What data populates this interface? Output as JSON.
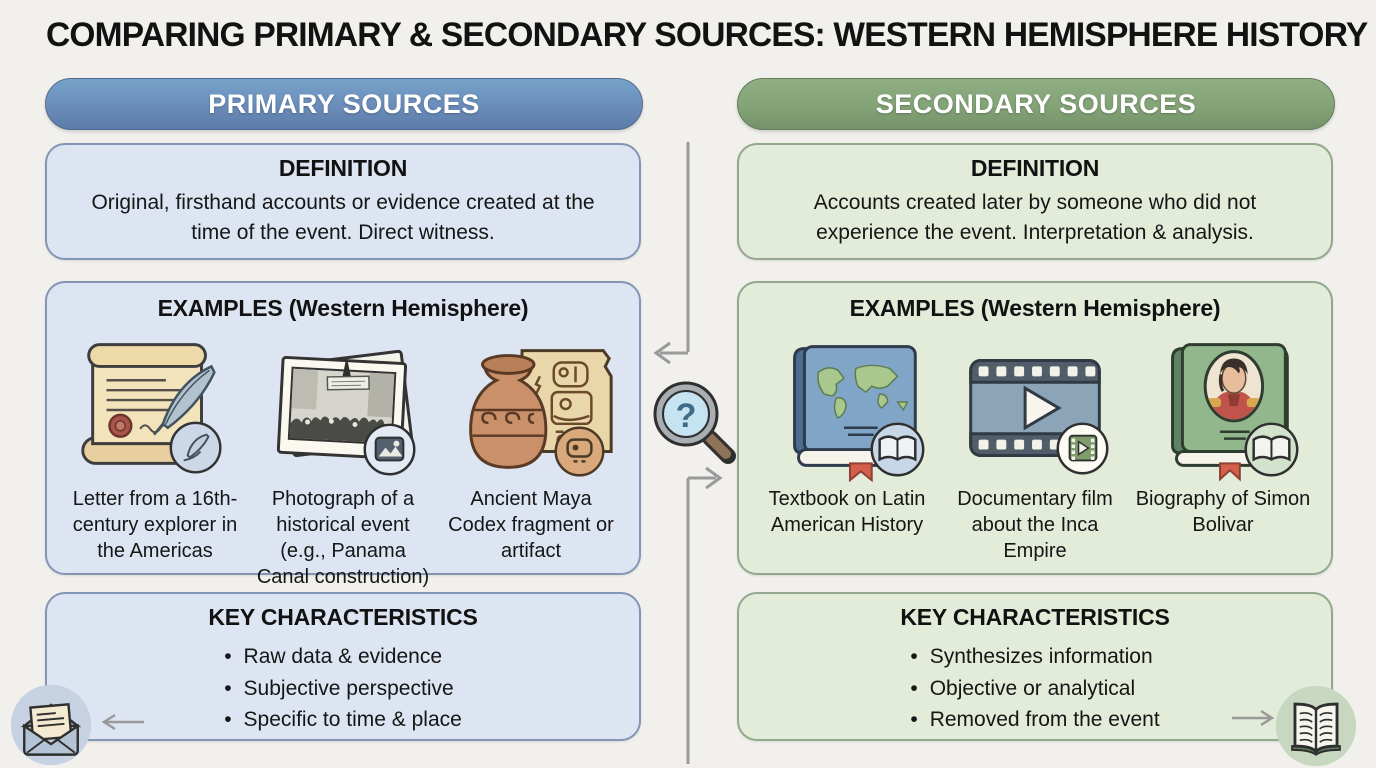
{
  "title": "COMPARING PRIMARY & SECONDARY SOURCES: WESTERN HEMISPHERE HISTORY",
  "colors": {
    "background": "#f1f0ec",
    "primary_accent": "#6b8cba",
    "primary_card_fill": "#dde4f2",
    "primary_card_border": "#8396b5",
    "secondary_accent": "#84a377",
    "secondary_card_fill": "#e2ecd9",
    "secondary_card_border": "#93a88d",
    "text": "#161616",
    "arrow_gray": "#9a9a9a"
  },
  "columns": {
    "primary": {
      "header": "PRIMARY SOURCES",
      "definition_title": "DEFINITION",
      "definition_text": "Original, firsthand accounts or evidence created at the time of the event. Direct witness.",
      "examples_title": "EXAMPLES (Western Hemisphere)",
      "examples": [
        {
          "icon": "explorer-letter-scroll-quill-icon",
          "caption": "Letter from a 16th-century explorer in the Americas"
        },
        {
          "icon": "historical-photograph-icon",
          "caption": "Photograph of a historical event (e.g., Panama Canal construction)"
        },
        {
          "icon": "maya-codex-artifact-icon",
          "caption": "Ancient Maya Codex fragment or artifact"
        }
      ],
      "characteristics_title": "KEY CHARACTERISTICS",
      "characteristics": [
        "Raw data & evidence",
        "Subjective perspective",
        "Specific to time & place"
      ]
    },
    "secondary": {
      "header": "SECONDARY SOURCES",
      "definition_title": "DEFINITION",
      "definition_text": "Accounts created later by someone who did not experience the event. Interpretation & analysis.",
      "examples_title": "EXAMPLES (Western Hemisphere)",
      "examples": [
        {
          "icon": "textbook-world-map-icon",
          "caption": "Textbook on Latin American History"
        },
        {
          "icon": "documentary-filmstrip-icon",
          "caption": "Documentary film about the Inca Empire"
        },
        {
          "icon": "biography-book-portrait-icon",
          "caption": "Biography of Simon Bolivar"
        }
      ],
      "characteristics_title": "KEY CHARACTERISTICS",
      "characteristics": [
        "Synthesizes information",
        "Objective or analytical",
        "Removed from the event"
      ]
    }
  },
  "center": {
    "icon": "magnifier-question-icon",
    "question_mark": "?"
  },
  "corners": {
    "left_icon": "envelope-letter-icon",
    "right_icon": "open-book-icon"
  }
}
